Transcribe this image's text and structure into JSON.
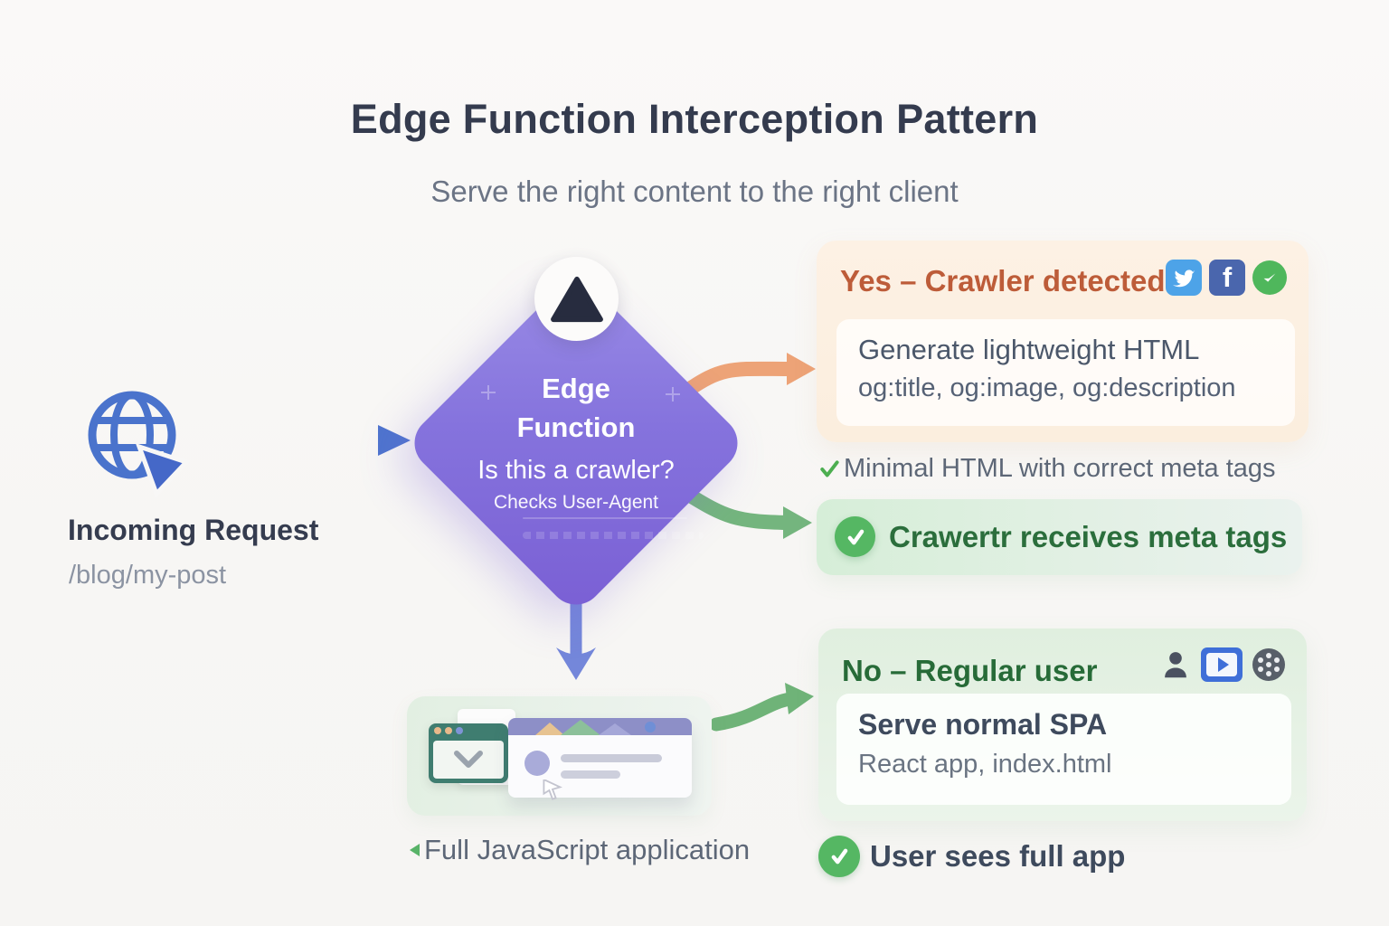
{
  "page": {
    "title_regular": "Edge Function Interception",
    "title_bold": "Pattern",
    "subtitle": "Serve the right content to the right client"
  },
  "incoming": {
    "icon": "globe-icon",
    "label": "Incoming Request",
    "path": "/blog/my-post"
  },
  "edge_function": {
    "badge_icon": "triangle-icon",
    "name_line1": "Edge",
    "name_line2": "Function",
    "question": "Is this a crawler?",
    "subtext": "Checks User-Agent"
  },
  "yes_branch": {
    "header": "Yes – Crawler detected",
    "icons": [
      "twitter-icon",
      "facebook-icon",
      "messenger-icon"
    ],
    "facebook_letter": "f",
    "card": {
      "line1": "Generate lightweight HTML",
      "line2": "og:title, og:image, og:description"
    },
    "note": "Minimal HTML with correct meta tags",
    "result": "Crawertr receives meta tags"
  },
  "no_branch": {
    "header": "No – Regular user",
    "icons": [
      "user-icon",
      "video-icon",
      "reel-icon"
    ],
    "card": {
      "line1": "Serve normal SPA",
      "line2": "React app, index.html"
    },
    "result": "User sees full app"
  },
  "spa_preview": {
    "caption": "Full JavaScript application"
  },
  "colors": {
    "arrow_blue": "#4e74ce",
    "arrow_orange": "#eda377",
    "arrow_green": "#74b57e",
    "check_green": "#55b763",
    "yes_header": "#bd5c39",
    "no_header": "#276b38",
    "diamond_purple": "#8573dd",
    "title_text": "#343b4e"
  }
}
